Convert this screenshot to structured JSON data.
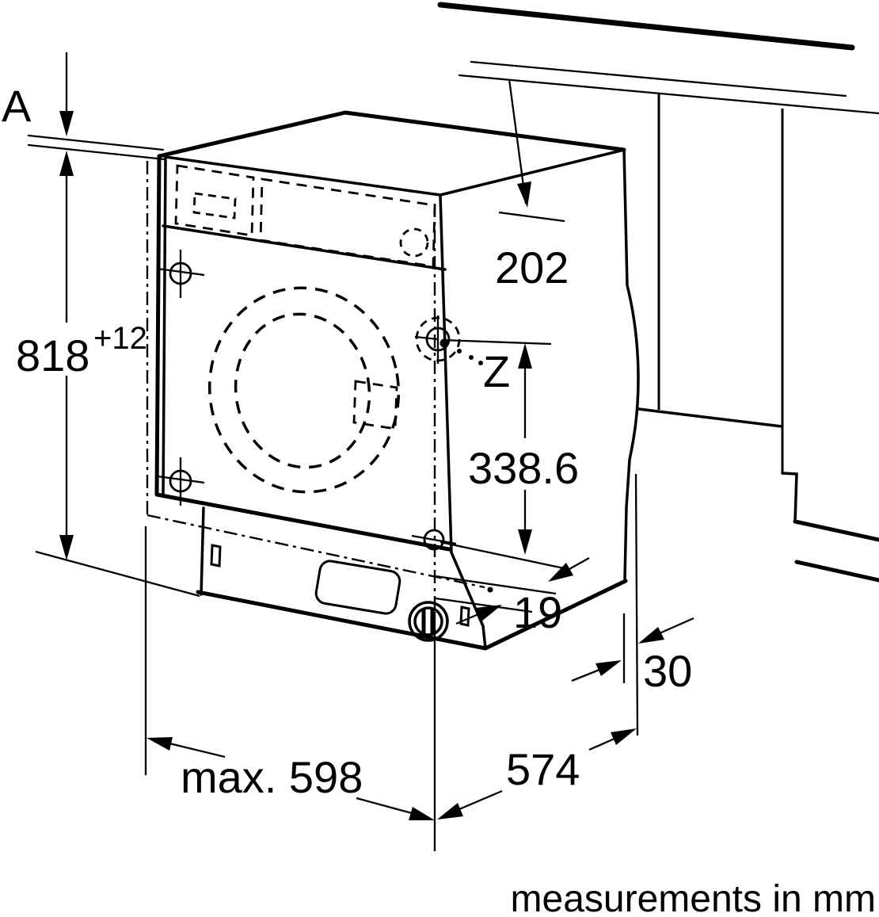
{
  "diagram": {
    "title_hint": "built-in appliance niche installation drawing",
    "footer_note": "measurements in mm",
    "labels": {
      "worktop_thickness": "A",
      "niche_height": "818",
      "niche_height_tolerance": "+12",
      "top_clearance": "202",
      "hinge_mark": "Z",
      "hinge_distance": "338.6",
      "rear_offset": "19",
      "side_gap": "30",
      "machine_width": "max. 598",
      "machine_depth": "574"
    },
    "colors": {
      "line": "#000000",
      "background": "#ffffff"
    }
  }
}
